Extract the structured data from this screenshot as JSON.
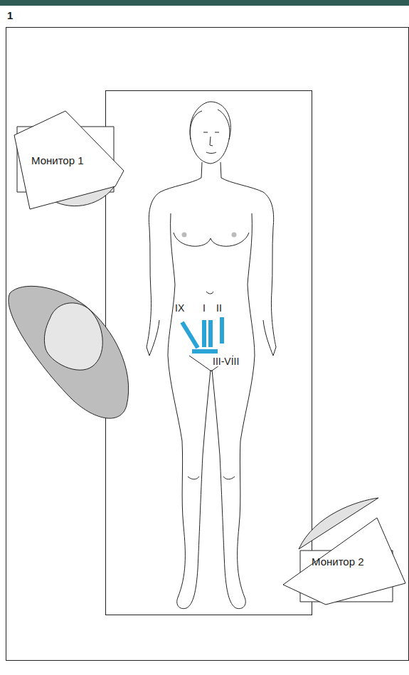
{
  "diagram": {
    "nodes": [
      {
        "text": [
          "Монитор 1"
        ]
      },
      {
        "text": [
          "Монитор 2"
        ]
      }
    ],
    "labels": [
      "1",
      "IX",
      "I",
      "II",
      "III-VIII"
    ]
  }
}
